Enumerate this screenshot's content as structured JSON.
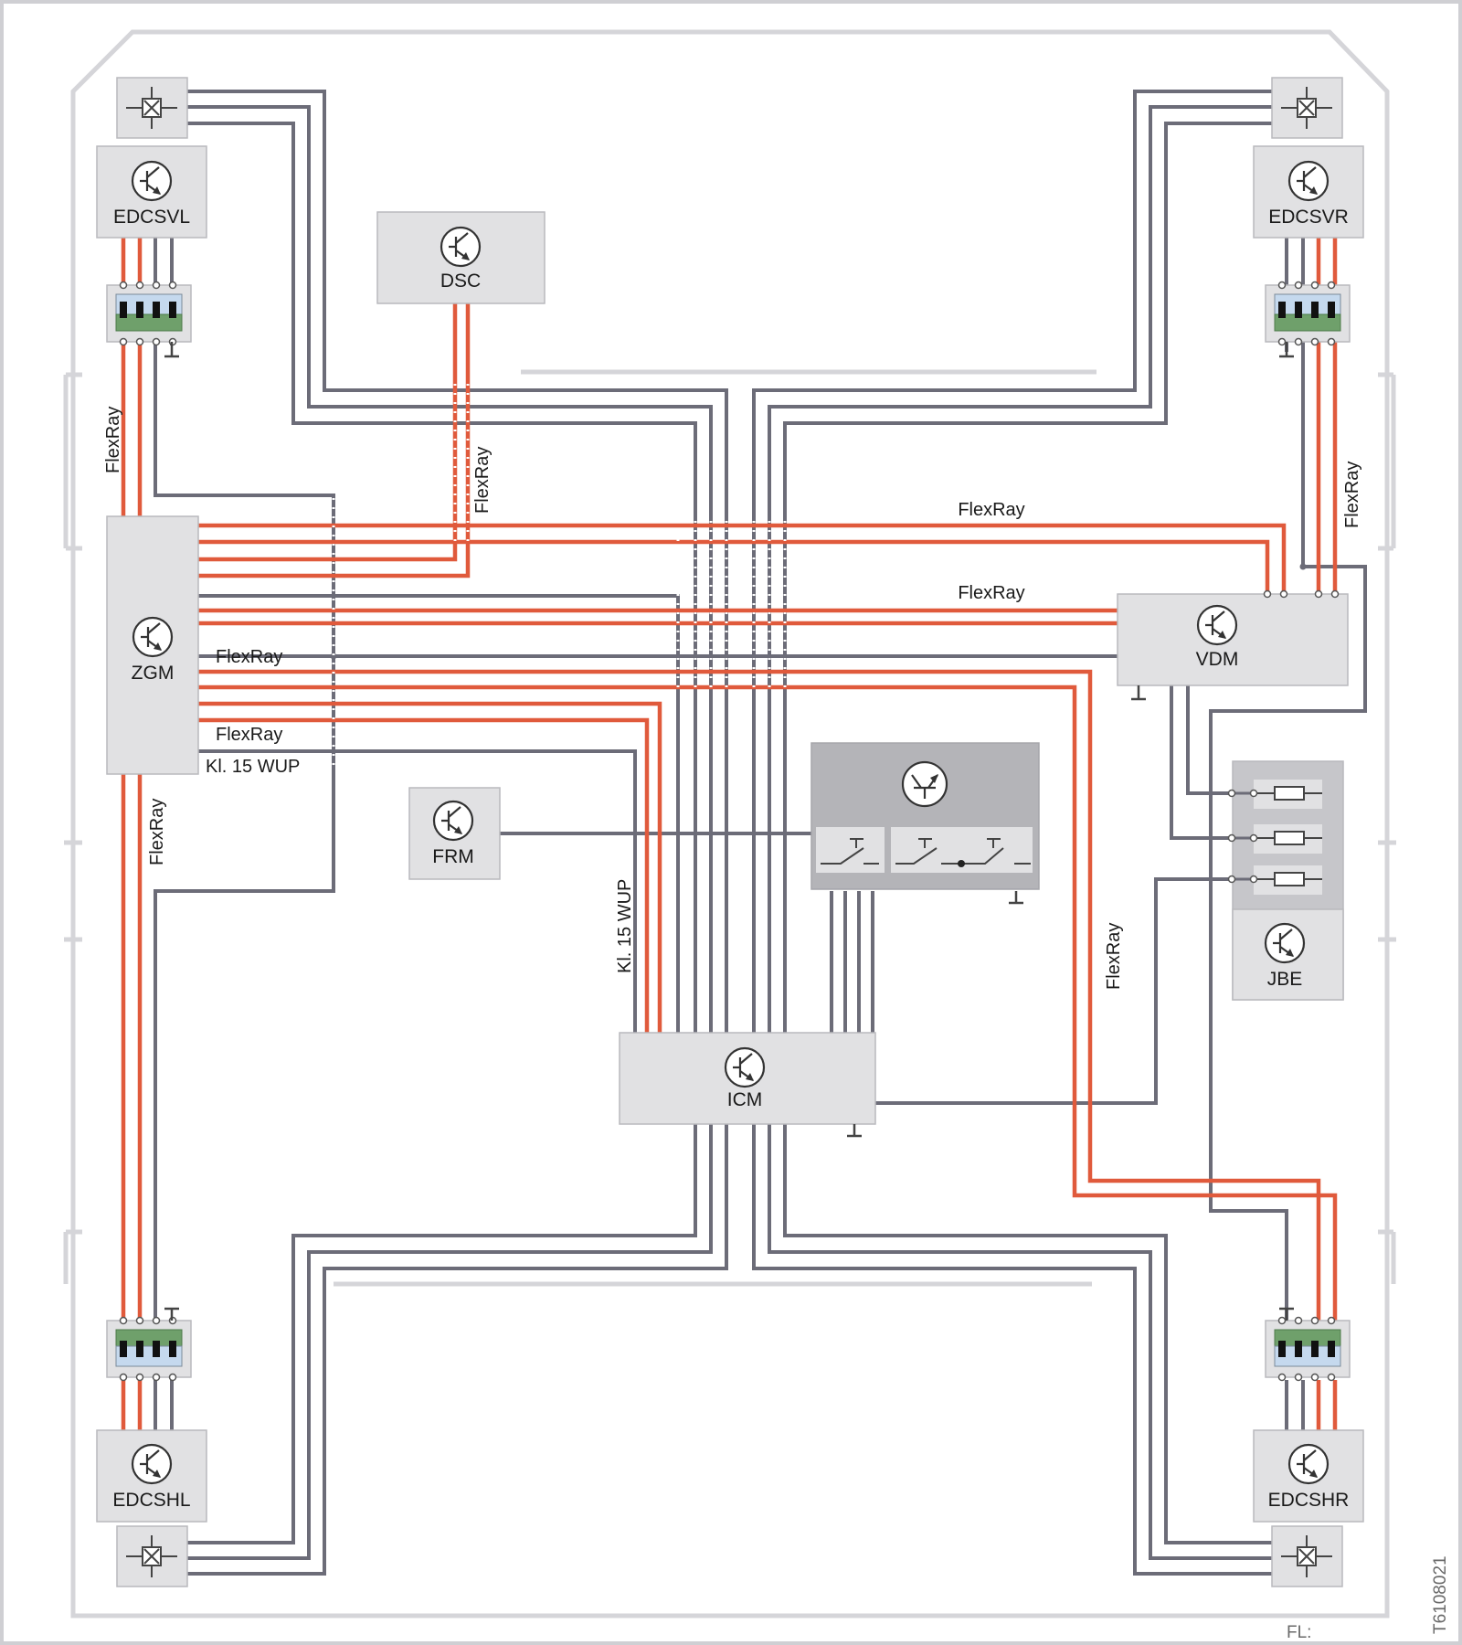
{
  "colors": {
    "signal_wire": "#6c6c78",
    "flexray_wire": "#e05a3c",
    "module_fill": "#e1e1e3",
    "module_stroke": "#b9b9bd",
    "frame": "#d5d5d9",
    "connector_green": "#6fa06b",
    "connector_blue": "#c5d9ee"
  },
  "modules": {
    "edcsvl": "EDCSVL",
    "edcsvr": "EDCSVR",
    "edcshl": "EDCSHL",
    "edcshr": "EDCSHR",
    "dsc": "DSC",
    "zgm": "ZGM",
    "vdm": "VDM",
    "frm": "FRM",
    "icm": "ICM",
    "jbe": "JBE"
  },
  "labels": {
    "flexray": "FlexRay",
    "kl15wup": "Kl. 15 WUP"
  },
  "icons": {
    "ecu": "transistor-icon",
    "damper_valve": "valve-icon",
    "relay": "relay-icon",
    "fuse": "fuse-icon"
  },
  "footer": {
    "fl": "FL:",
    "ref": "T6108021"
  }
}
